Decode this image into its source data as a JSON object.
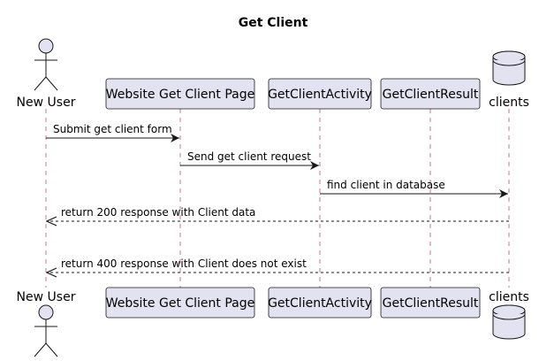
{
  "diagram": {
    "title": "Get Client",
    "type": "sequence",
    "colors": {
      "participant_fill": "#e2e2f0",
      "participant_border": "#181818",
      "lifeline": "#a80036",
      "arrow": "#181818"
    },
    "participants": [
      {
        "id": "user",
        "label": "New User",
        "kind": "actor",
        "icon": "actor-stick-figure-icon"
      },
      {
        "id": "page",
        "label": "Website Get Client Page",
        "kind": "participant"
      },
      {
        "id": "activity",
        "label": "GetClientActivity",
        "kind": "participant"
      },
      {
        "id": "result",
        "label": "GetClientResult",
        "kind": "participant"
      },
      {
        "id": "db",
        "label": "clients",
        "kind": "database",
        "icon": "database-cylinder-icon"
      }
    ],
    "messages": [
      {
        "from": "user",
        "to": "page",
        "label": "Submit get client form",
        "style": "solid"
      },
      {
        "from": "page",
        "to": "activity",
        "label": "Send get client request",
        "style": "solid"
      },
      {
        "from": "activity",
        "to": "db",
        "label": "find client in database",
        "style": "solid"
      },
      {
        "from": "db",
        "to": "user",
        "label": "return 200 response with Client data",
        "style": "dashed"
      },
      {
        "from": "db",
        "to": "user",
        "label": "return 400 response with Client does not exist",
        "style": "dashed"
      }
    ]
  }
}
